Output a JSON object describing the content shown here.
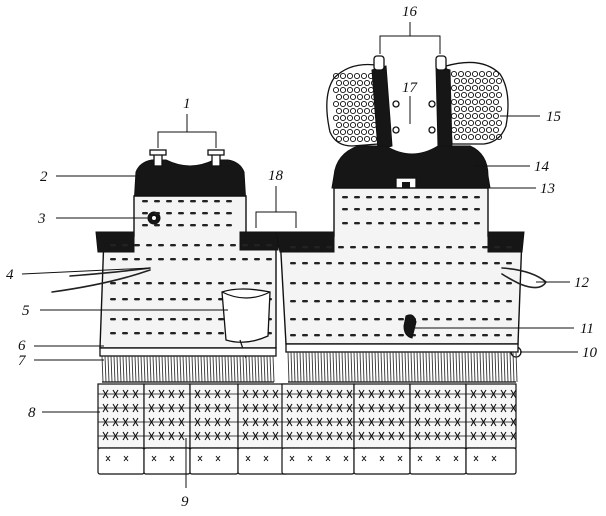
{
  "figure": {
    "callouts": [
      {
        "num": "1"
      },
      {
        "num": "2"
      },
      {
        "num": "3"
      },
      {
        "num": "4"
      },
      {
        "num": "5"
      },
      {
        "num": "6"
      },
      {
        "num": "7"
      },
      {
        "num": "8"
      },
      {
        "num": "9"
      },
      {
        "num": "10"
      },
      {
        "num": "11"
      },
      {
        "num": "12"
      },
      {
        "num": "13"
      },
      {
        "num": "14"
      },
      {
        "num": "15"
      },
      {
        "num": "16"
      },
      {
        "num": "17"
      },
      {
        "num": "18"
      }
    ]
  },
  "colors": {
    "ink": "#111111",
    "paper": "#ffffff",
    "plate": "#f4f4f4",
    "lacquer": "#161616"
  }
}
